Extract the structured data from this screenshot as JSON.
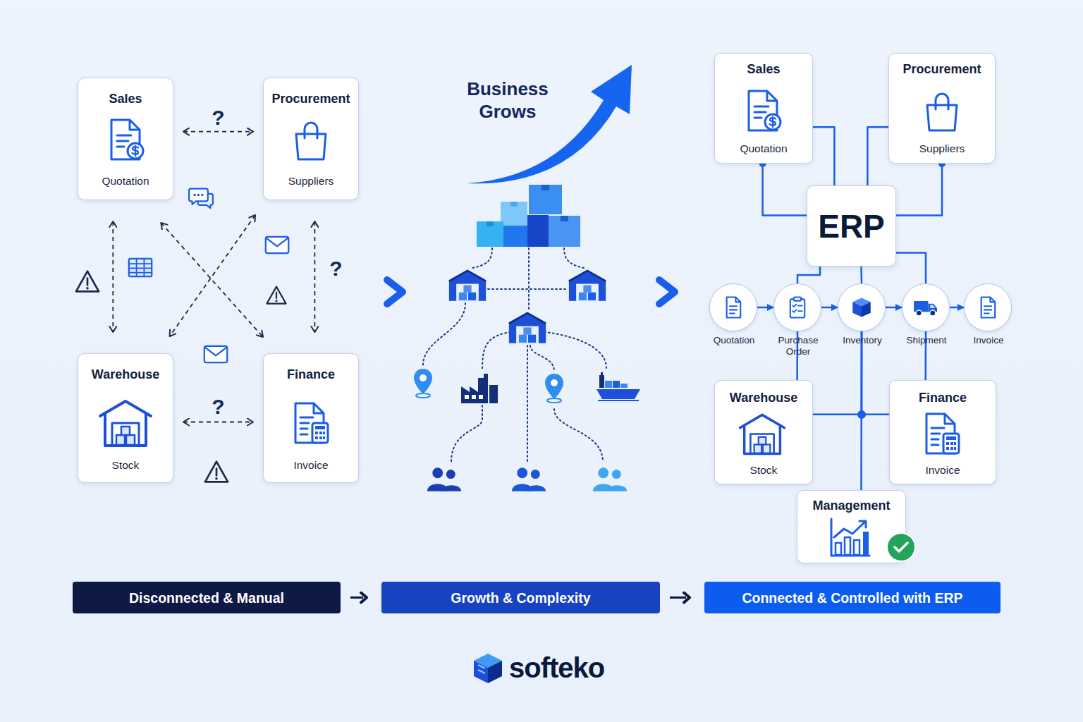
{
  "diagram": {
    "nodes": [
      {
        "text": [
          "Sales",
          "Quotation"
        ]
      },
      {
        "text": [
          "Procurement",
          "Suppliers"
        ]
      },
      {
        "text": [
          "Warehouse",
          "Stock"
        ]
      },
      {
        "text": [
          "Finance",
          "Invoice"
        ]
      },
      {
        "text": [
          "Sales",
          "Quotation"
        ]
      },
      {
        "text": [
          "Procurement",
          "Suppliers"
        ]
      },
      {
        "text": [
          "ERP"
        ]
      },
      {
        "text": [
          "Quotation"
        ]
      },
      {
        "text": [
          "Purchase Order"
        ]
      },
      {
        "text": [
          "Inventory"
        ]
      },
      {
        "text": [
          "Shipment"
        ]
      },
      {
        "text": [
          "Invoice"
        ]
      },
      {
        "text": [
          "Warehouse",
          "Stock"
        ]
      },
      {
        "text": [
          "Finance",
          "Invoice"
        ]
      },
      {
        "text": [
          "Management"
        ]
      },
      {
        "text": [
          "Disconnected & Manual"
        ]
      },
      {
        "text": [
          "Growth & Complexity"
        ]
      },
      {
        "text": [
          "Connected & Controlled with ERP"
        ]
      }
    ],
    "edges": [
      {
        "from": 0,
        "to": 1,
        "arrow": "both",
        "label": "?"
      },
      {
        "from": 0,
        "to": 2,
        "arrow": "both"
      },
      {
        "from": 1,
        "to": 3,
        "arrow": "both",
        "label": "?"
      },
      {
        "from": 0,
        "to": 3,
        "arrow": "both"
      },
      {
        "from": 1,
        "to": 2,
        "arrow": "both"
      },
      {
        "from": 2,
        "to": 3,
        "arrow": "both",
        "label": "?"
      },
      {
        "from": 4,
        "to": 6,
        "arrow": "none"
      },
      {
        "from": 4,
        "to": 6,
        "arrow": "none"
      },
      {
        "from": 5,
        "to": 6,
        "arrow": "none"
      },
      {
        "from": 5,
        "to": 6,
        "arrow": "none"
      },
      {
        "from": 6,
        "to": 8,
        "arrow": "none"
      },
      {
        "from": 6,
        "to": 9,
        "arrow": "none"
      },
      {
        "from": 6,
        "to": 10,
        "arrow": "none"
      },
      {
        "from": 7,
        "to": 8,
        "arrow": "to"
      },
      {
        "from": 8,
        "to": 9,
        "arrow": "to"
      },
      {
        "from": 9,
        "to": 10,
        "arrow": "to"
      },
      {
        "from": 10,
        "to": 11,
        "arrow": "to"
      },
      {
        "from": 9,
        "to": 12,
        "arrow": "none"
      },
      {
        "from": 9,
        "to": 13,
        "arrow": "none"
      },
      {
        "from": 9,
        "to": 14,
        "arrow": "none"
      },
      {
        "from": 8,
        "to": 12,
        "arrow": "none"
      },
      {
        "from": 10,
        "to": 13,
        "arrow": "none"
      },
      {
        "from": 15,
        "to": 16,
        "arrow": "to"
      },
      {
        "from": 16,
        "to": 17,
        "arrow": "to"
      }
    ],
    "labels": [
      "Business Grows",
      "softeko"
    ]
  }
}
